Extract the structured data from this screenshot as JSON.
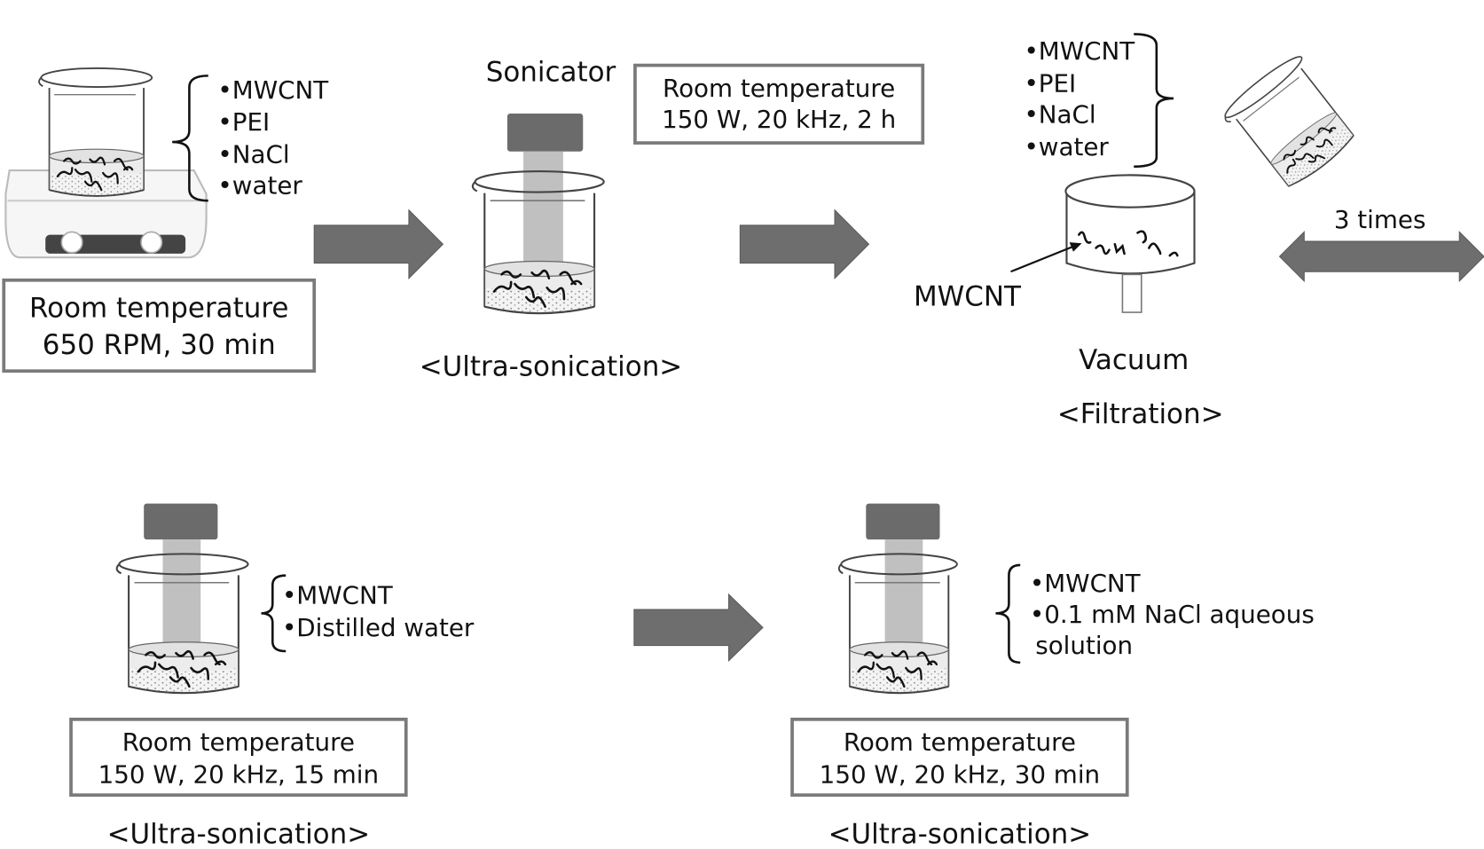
{
  "diagram": {
    "title": "MWCNT dispersion and filtration process",
    "colors": {
      "arrow": "#6e6e6e",
      "box_border": "#7a7a7a",
      "probe": "#6b6b6b",
      "probe_rod": "#b5b5b5",
      "text": "#111111"
    },
    "steps": [
      {
        "id": "stirring",
        "ingredients": [
          "•MWCNT",
          "•PEI",
          "•NaCl",
          "•water"
        ],
        "conditions": [
          "Room temperature",
          "650 RPM, 30 min"
        ],
        "apparatus": "stirrer-hotplate"
      },
      {
        "id": "ultrasonication-1",
        "label": "Sonicator",
        "conditions": [
          "Room temperature",
          "150 W, 20 kHz, 2 h"
        ],
        "caption": "<Ultra-sonication>"
      },
      {
        "id": "filtration",
        "ingredients": [
          "•MWCNT",
          "•PEI",
          "•NaCl",
          "•water"
        ],
        "pointer_label": "MWCNT",
        "vacuum_label": "Vacuum",
        "caption": "<Filtration>",
        "repeat_label": "3 times"
      },
      {
        "id": "ultrasonication-2",
        "ingredients": [
          "•MWCNT",
          "•Distilled water"
        ],
        "conditions": [
          "Room temperature",
          "150 W, 20 kHz, 15 min"
        ],
        "caption": "<Ultra-sonication>"
      },
      {
        "id": "ultrasonication-3",
        "ingredients": [
          "•MWCNT",
          "•0.1 mM NaCl aqueous",
          " solution"
        ],
        "conditions": [
          "Room temperature",
          "150 W, 20 kHz, 30 min"
        ],
        "caption": "<Ultra-sonication>"
      }
    ],
    "flow": [
      {
        "from": "stirring",
        "to": "ultrasonication-1",
        "type": "arrow-right"
      },
      {
        "from": "ultrasonication-1",
        "to": "filtration",
        "type": "arrow-right"
      },
      {
        "from": "filtration",
        "to": "repeat",
        "type": "arrow-double"
      },
      {
        "from": "ultrasonication-2",
        "to": "ultrasonication-3",
        "type": "arrow-right"
      }
    ]
  }
}
